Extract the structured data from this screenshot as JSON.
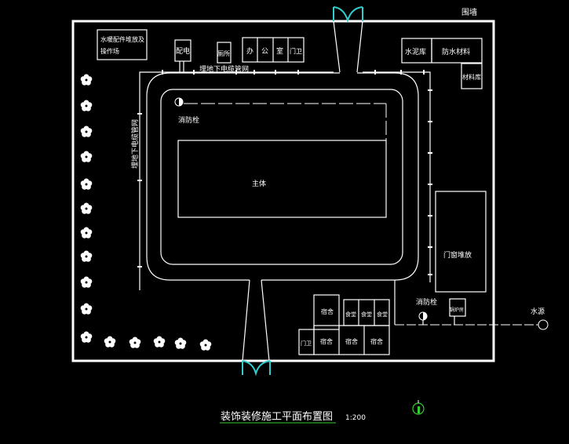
{
  "labels": {
    "wall": "围墙",
    "plumbing_yard_1": "水暖配件堆放及",
    "plumbing_yard_2": "操作场",
    "power": "配电",
    "toilet": "厕所",
    "office": [
      "办",
      "公",
      "室"
    ],
    "guard": "门卫",
    "cable_top": "埋地下电缆管网",
    "cable_left": "埋地下电缆管网",
    "cement": "水泥库",
    "waterproof": "防水材料",
    "material": "材料库",
    "hydrant": "消防栓",
    "main": "主体",
    "doors_windows": "门窗堆放",
    "dorm": "宿舍",
    "canteen": "食堂",
    "boiler": "锅炉房",
    "water_source": "水源"
  },
  "title": "装饰装修施工平面布置图",
  "scale": "1:200",
  "colors": {
    "lines": "#ffffff",
    "gate": "#33cccc",
    "north": "#33cc33"
  }
}
